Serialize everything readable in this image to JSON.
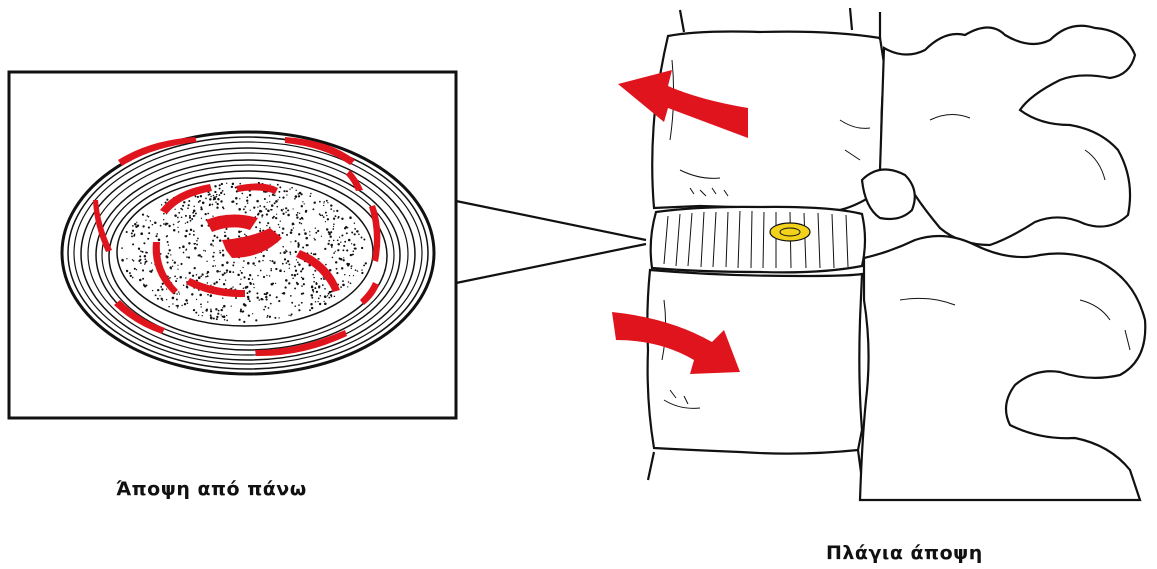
{
  "labels": {
    "top_view": "Άποψη  από πάνω",
    "side_view": "Πλάγια άποψη"
  },
  "colors": {
    "ink": "#111111",
    "highlight_red": "#e0141c",
    "background": "#ffffff"
  },
  "figures": {
    "top_view": "intervertebral-disc-cross-section",
    "side_view": "lumbar-spine-segment-with-disc",
    "arrows": [
      "curved-arrow-upper-left",
      "curved-arrow-lower-right"
    ]
  }
}
